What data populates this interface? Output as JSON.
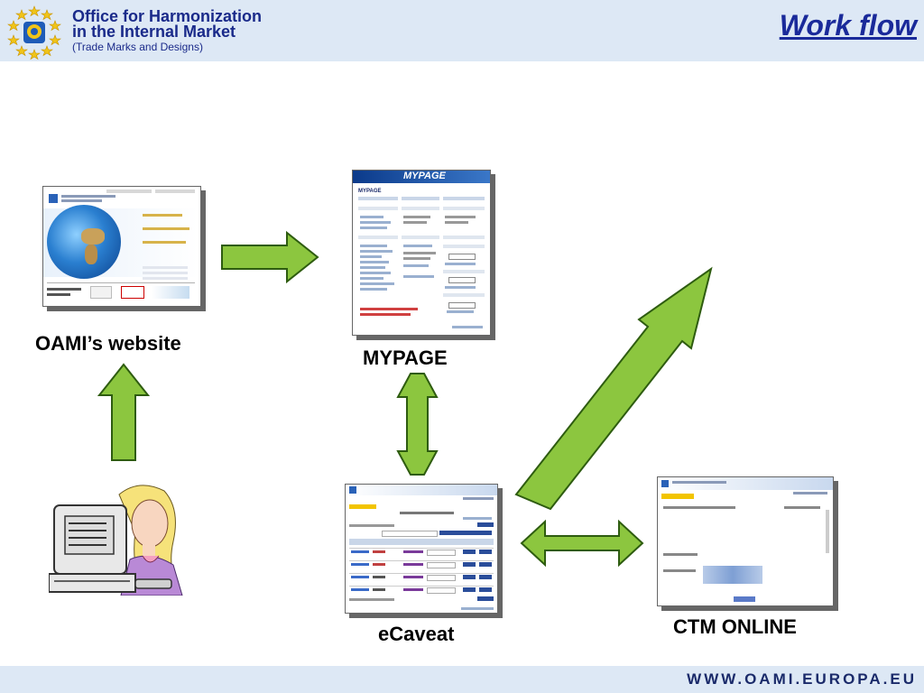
{
  "header": {
    "org_line1": "Office for Harmonization",
    "org_line2": "in the Internal Market",
    "org_line3": "(Trade Marks and Designs)",
    "slide_title": "Work flow"
  },
  "nodes": {
    "website": "OAMI’s website",
    "mypage": "MYPAGE",
    "users": "Users",
    "ecaveat": "eCaveat",
    "ctm_online": "CTM ONLINE"
  },
  "screens": {
    "mypage_banner": "MYPAGE",
    "mypage_heading": "MYPAGE"
  },
  "footer": {
    "url": "WWW.OAMI.EUROPA.EU"
  },
  "colors": {
    "arrow_fill": "#8cc63f",
    "arrow_stroke": "#2e5c10",
    "title": "#1a2a9a"
  }
}
